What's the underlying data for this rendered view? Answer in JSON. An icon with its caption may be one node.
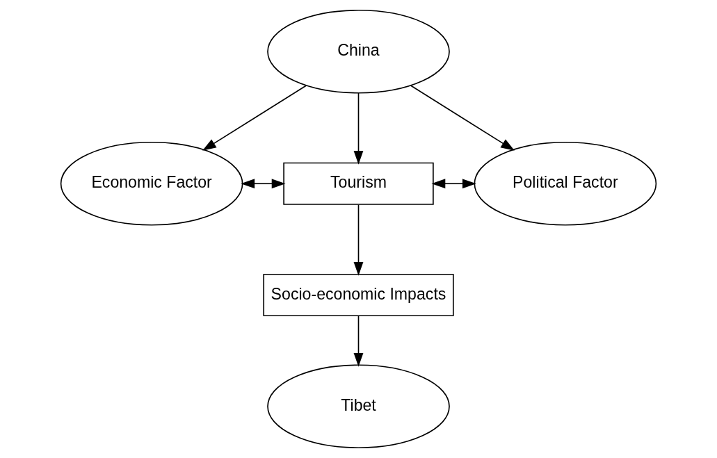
{
  "diagram": {
    "nodes": [
      {
        "text": [
          "China"
        ]
      },
      {
        "text": [
          "Economic Factor"
        ]
      },
      {
        "text": [
          "Tourism"
        ]
      },
      {
        "text": [
          "Political Factor"
        ]
      },
      {
        "text": [
          "Socio-economic Impacts"
        ]
      },
      {
        "text": [
          "Tibet"
        ]
      }
    ],
    "edges": [
      {
        "from": 0,
        "to": 1,
        "arrow": "to"
      },
      {
        "from": 0,
        "to": 2,
        "arrow": "to"
      },
      {
        "from": 0,
        "to": 3,
        "arrow": "to"
      },
      {
        "from": 1,
        "to": 2,
        "arrow": "both"
      },
      {
        "from": 2,
        "to": 3,
        "arrow": "both"
      },
      {
        "from": 2,
        "to": 4,
        "arrow": "to"
      },
      {
        "from": 4,
        "to": 5,
        "arrow": "to"
      }
    ]
  }
}
